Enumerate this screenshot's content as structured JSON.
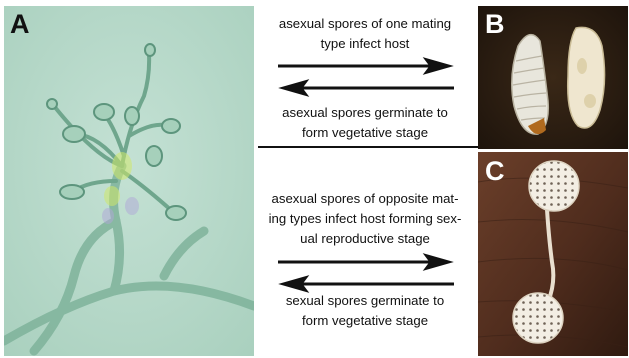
{
  "panels": {
    "a": {
      "label": "A"
    },
    "b": {
      "label": "B"
    },
    "c": {
      "label": "C"
    }
  },
  "captions": {
    "top_right": [
      "asexual spores of one mating",
      "type infect host"
    ],
    "top_left": [
      "asexual spores germinate to",
      "form vegetative stage"
    ],
    "bottom_right": [
      "asexual spores of opposite mat-",
      "ing types infect host forming sex-",
      "ual reproductive stage"
    ],
    "bottom_left": [
      "sexual spores germinate to",
      "form vegetative stage"
    ]
  },
  "colors": {
    "micrograph_background": "#b9d9cc",
    "hyphae": "#9ccab3",
    "photo_background_b": "#2a1c12",
    "photo_background_c": "#5a3423",
    "arrow": "#111111"
  }
}
